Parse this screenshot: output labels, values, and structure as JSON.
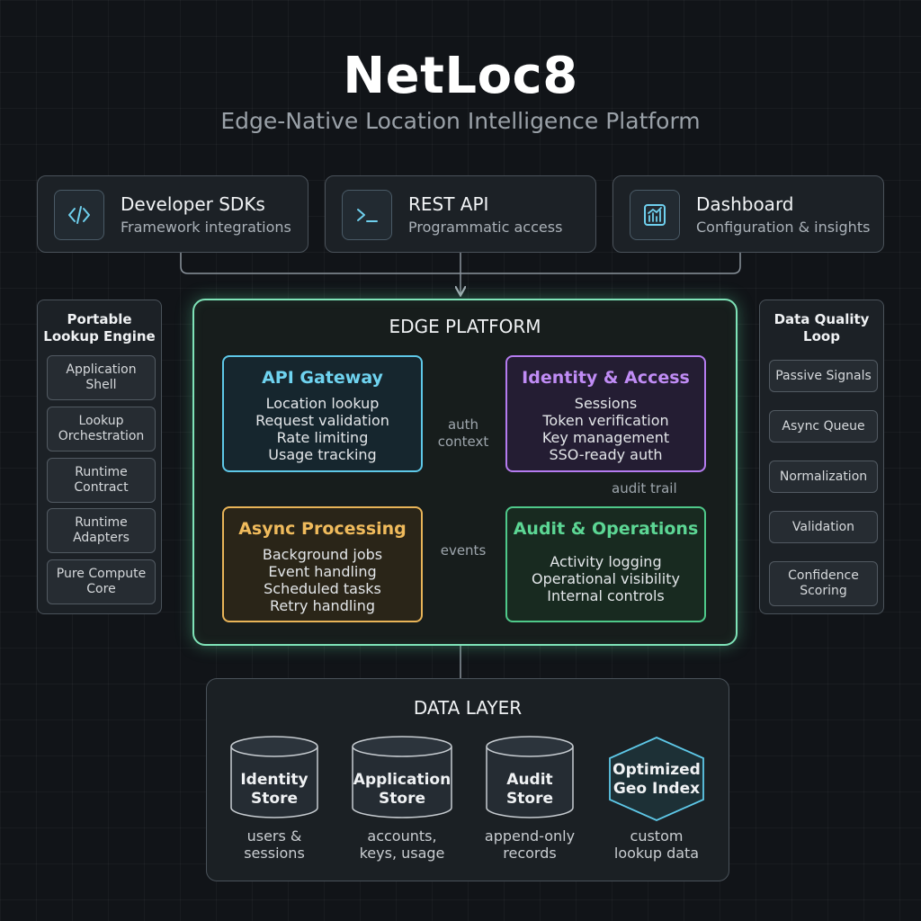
{
  "header": {
    "title": "NetLoc8",
    "subtitle": "Edge-Native Location Intelligence Platform"
  },
  "top_cards": [
    {
      "title": "Developer SDKs",
      "subtitle": "Framework integrations",
      "icon": "code-icon"
    },
    {
      "title": "REST API",
      "subtitle": "Programmatic access",
      "icon": "terminal-icon"
    },
    {
      "title": "Dashboard",
      "subtitle": "Configuration & insights",
      "icon": "chart-icon"
    }
  ],
  "left_panel": {
    "title": "Portable\nLookup Engine",
    "items": [
      "Application\nShell",
      "Lookup\nOrchestration",
      "Runtime\nContract",
      "Runtime\nAdapters",
      "Pure Compute\nCore"
    ]
  },
  "right_panel": {
    "title": "Data Quality\nLoop",
    "items": [
      "Passive Signals",
      "Async Queue",
      "Normalization",
      "Validation",
      "Confidence\nScoring"
    ]
  },
  "edge_platform": {
    "title": "EDGE PLATFORM",
    "modules": {
      "api_gateway": {
        "title": "API Gateway",
        "lines": [
          "Location lookup",
          "Request validation",
          "Rate limiting",
          "Usage tracking"
        ],
        "color": "#5ec8e8"
      },
      "identity": {
        "title": "Identity & Access",
        "lines": [
          "Sessions",
          "Token verification",
          "Key management",
          "SSO-ready auth"
        ],
        "color": "#b57cf0"
      },
      "async": {
        "title": "Async Processing",
        "lines": [
          "Background jobs",
          "Event handling",
          "Scheduled tasks",
          "Retry handling"
        ],
        "color": "#e8b458"
      },
      "audit": {
        "title": "Audit & Operations",
        "lines": [
          "Activity logging",
          "Operational visibility",
          "Internal controls"
        ],
        "color": "#4fc98a"
      }
    },
    "connections": {
      "auth_context": "auth\ncontext",
      "audit_trail": "audit trail",
      "events": "events"
    }
  },
  "data_layer": {
    "title": "DATA LAYER",
    "stores": [
      {
        "name": "Identity\nStore",
        "desc": "users &\nsessions"
      },
      {
        "name": "Application\nStore",
        "desc": "accounts,\nkeys, usage"
      },
      {
        "name": "Audit\nStore",
        "desc": "append-only\nrecords"
      },
      {
        "name": "Optimized\nGeo Index",
        "desc": "custom\nlookup data"
      }
    ]
  }
}
